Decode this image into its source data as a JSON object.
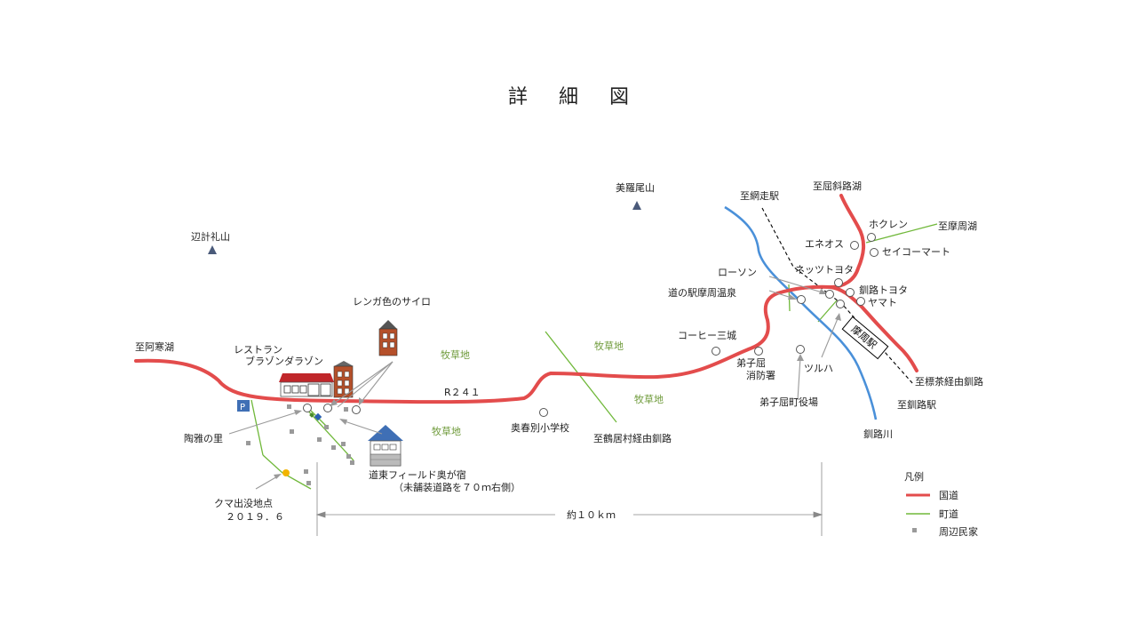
{
  "title": "詳 細 図",
  "colors": {
    "national_road": "#e34c4c",
    "town_road": "#70b83a",
    "river": "#4a90d9",
    "rail": "#000000",
    "house": "#9a9a9a",
    "bear": "#f2b400",
    "parking": "#3f6fb5"
  },
  "labels": {
    "mountains": {
      "pekerebetsu": "辺計礼山",
      "biraoyama": "美羅尾山"
    },
    "destinations": {
      "akan": "至阿寒湖",
      "abashiri": "至網走駅",
      "kussharo": "至屈斜路湖",
      "mashu": "至摩周湖",
      "shibecha": "至標茶経由釧路",
      "kushiro_station": "至釧路駅",
      "tsurui": "至鶴居村経由釧路"
    },
    "road": "R２４１",
    "pasture": "牧草地",
    "silo": "レンガ色のサイロ",
    "restaurant_line1": "レストラン",
    "restaurant_line2": "ブラゾンダラゾン",
    "touga": "陶雅の里",
    "bear_line1": "クマ出没地点",
    "bear_line2": "２０１９．６",
    "inn_line1": "道東フィールド奥が宿",
    "inn_line2": "（未舗装道路を７０ｍ右側）",
    "school": "奥春別小学校",
    "distance": "約１０ｋｍ",
    "parking": "P",
    "teshikaga": {
      "coffee": "コーヒー三城",
      "fire_line1": "弟子屈",
      "fire_line2": "消防署",
      "office": "弟子屈町役場",
      "lawson": "ローソン",
      "michinoeki": "道の駅摩周温泉",
      "tsuruha": "ツルハ",
      "hokuren": "ホクレン",
      "eneos": "エネオス",
      "seicomart": "セイコーマート",
      "netz": "ネッツトヨタ",
      "kushiro_toyota": "釧路トヨタ",
      "yamato": "ヤマト",
      "station": "摩周駅",
      "river": "釧路川"
    }
  },
  "legend": {
    "title": "凡例",
    "national_road": "国道",
    "town_road": "町道",
    "houses": "周辺民家"
  }
}
